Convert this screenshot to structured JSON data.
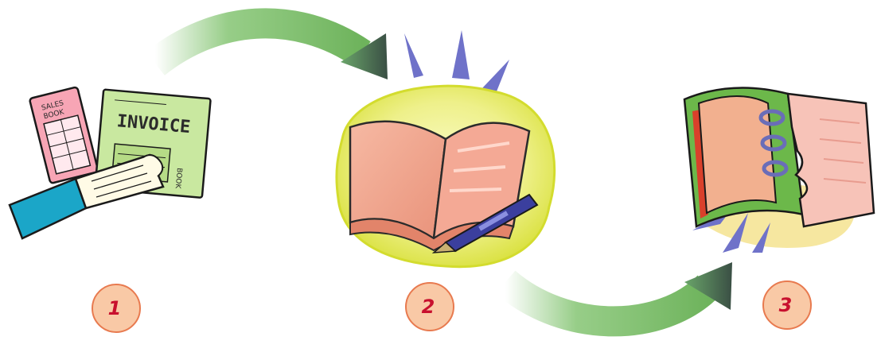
{
  "steps": [
    {
      "number": "1"
    },
    {
      "number": "2"
    },
    {
      "number": "3"
    }
  ],
  "illustrations": {
    "invoice_book_label": "INVOICE",
    "invoice_book_side_label": "BOOK",
    "sales_book_label_line1": "SALES",
    "sales_book_label_line2": "BOOK"
  },
  "colors": {
    "arrow_green": "#7dc16a",
    "arrow_tip": "#3e5a45",
    "circle_fill": "#f9c9a6",
    "circle_border": "#e87a4f",
    "number_text": "#c8102e",
    "yellow_splash": "#e5ea3c",
    "ray_blue": "#6f72c9"
  }
}
